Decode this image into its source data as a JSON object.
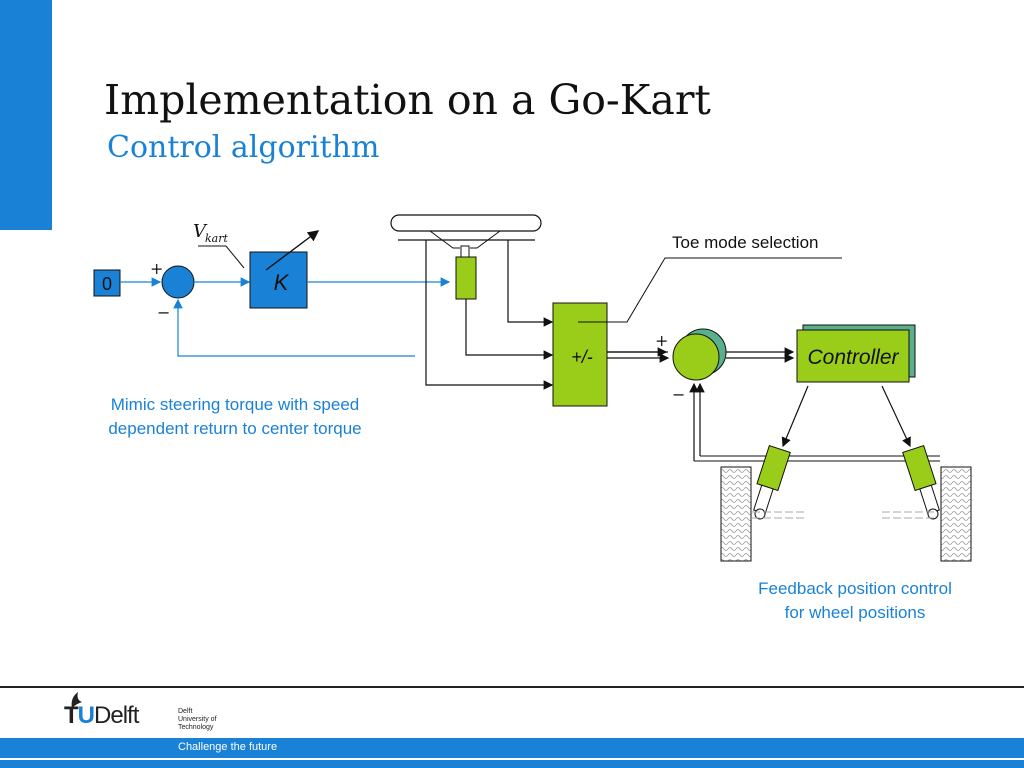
{
  "slide": {
    "title": "Implementation on a Go-Kart",
    "subtitle": "Control algorithm"
  },
  "diagram": {
    "input_value": "0",
    "gain_label": "K",
    "speed_label_main": "V",
    "speed_label_sub": "kart",
    "plus_sign_1": "+",
    "minus_sign_1": "−",
    "sum_block_label": "+/-",
    "toe_mode_label": "Toe mode selection",
    "plus_sign_2": "+",
    "minus_sign_2": "−",
    "controller_label": "Controller"
  },
  "captions": {
    "left_line1": "Mimic steering torque with speed",
    "left_line2": "dependent return to center torque",
    "right_line1": "Feedback position control",
    "right_line2": "for wheel positions"
  },
  "footer": {
    "logo_tu": "T",
    "logo_u": "U",
    "logo_delft": "Delft",
    "logo_small_1": "Delft",
    "logo_small_2": "University of",
    "logo_small_3": "Technology",
    "tagline": "Challenge the future"
  },
  "colors": {
    "accent_blue": "#1a82d6",
    "lime_block": "#9acd1a",
    "teal_circle": "#5aaf8c"
  }
}
